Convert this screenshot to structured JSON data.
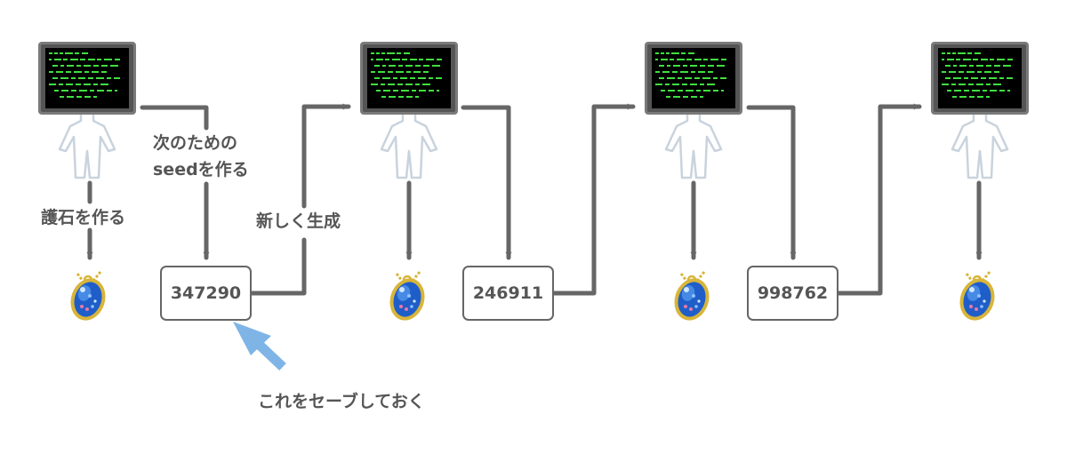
{
  "labels": {
    "make_amulet": "護石を作る",
    "make_next_seed_line1": "次のための",
    "make_next_seed_line2": "seedを作る",
    "regenerate": "新しく生成",
    "save_this": "これをセーブしておく"
  },
  "seeds": [
    "347290",
    "246911",
    "998762"
  ],
  "colors": {
    "arrow": "#666666",
    "pointer_arrow": "#7fb5e6",
    "text": "#555555",
    "monitor_frame": "#777777",
    "screen": "#000000",
    "screen_text": "#3fe03f",
    "figure": "#d4dde6",
    "gem": "#1f5ec9",
    "gem_rim": "#d8b53a"
  },
  "icons": [
    "terminal-head-figure",
    "amulet-icon",
    "pointer-arrow"
  ]
}
